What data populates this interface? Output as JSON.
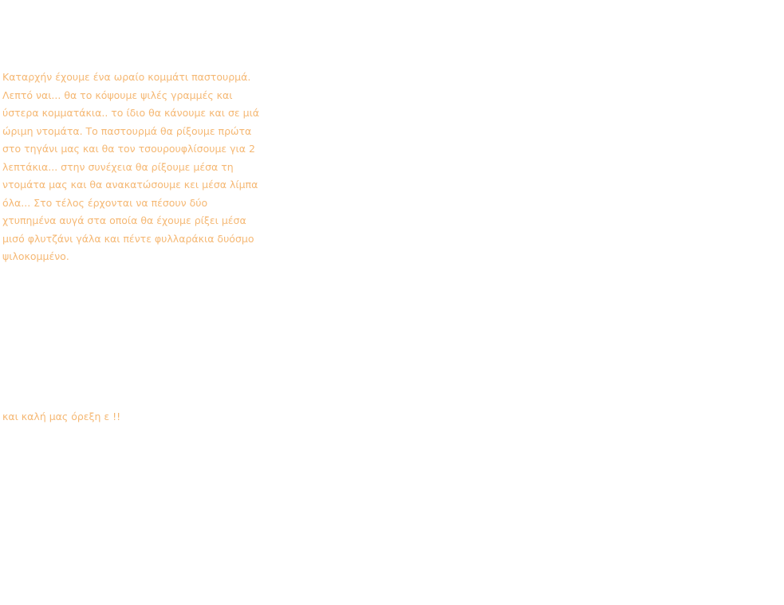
{
  "recipe": {
    "lines": [
      "Καταρχήν έχουμε ένα ωραίο κομμάτι παστουρμά.",
      "Λεπτό ναι... θα το κόψουμε ψιλές γραμμές και",
      "ύστερα κομματάκια.. το ίδιο θα κάνουμε και σε μιά",
      "ώριμη ντομάτα. Το παστουρμά θα ρίξουμε πρώτα",
      "στο τηγάνι μας και θα τον τσουρουφλίσουμε για 2",
      "λεπτάκια... στην συνέχεια θα ρίξουμε μέσα τη",
      "ντομάτα μας και θα ανακατώσουμε κει μέσα λίμπα",
      "όλα...  Στο τέλος έρχονται να πέσουν δύο",
      "χτυπημένα αυγά στα οποία θα έχουμε ρίξει μέσα",
      "μισό φλυτζάνι γάλα και πέντε φυλλαράκια δυόσμο",
      "ψιλοκομμένο."
    ]
  },
  "closing": {
    "text": "και καλή μας όρεξη ε !!"
  },
  "colors": {
    "text": "#f5b874",
    "background": "#ffffff"
  }
}
